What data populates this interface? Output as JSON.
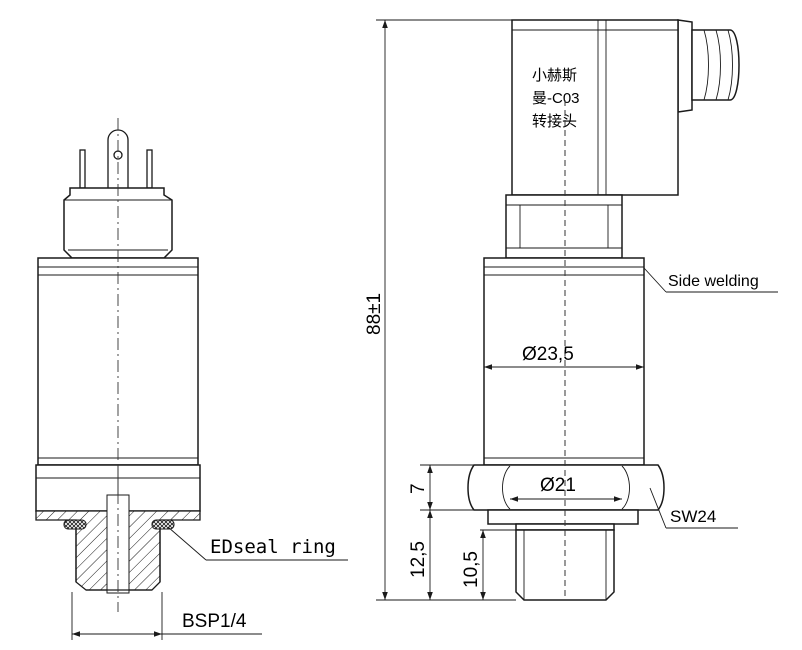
{
  "drawing": {
    "labels": {
      "seal_ring": "EDseal ring",
      "thread": "BSP1/4",
      "overall_height": "88±1",
      "side_welding": "Side welding",
      "body_diameter": "Ø23,5",
      "hex_diameter": "Ø21",
      "wrench_size": "SW24",
      "hex_height": "7",
      "lower_height": "12,5",
      "thread_length": "10,5"
    },
    "connector_label": [
      "小赫斯",
      "曼-C03",
      "转接头"
    ]
  }
}
